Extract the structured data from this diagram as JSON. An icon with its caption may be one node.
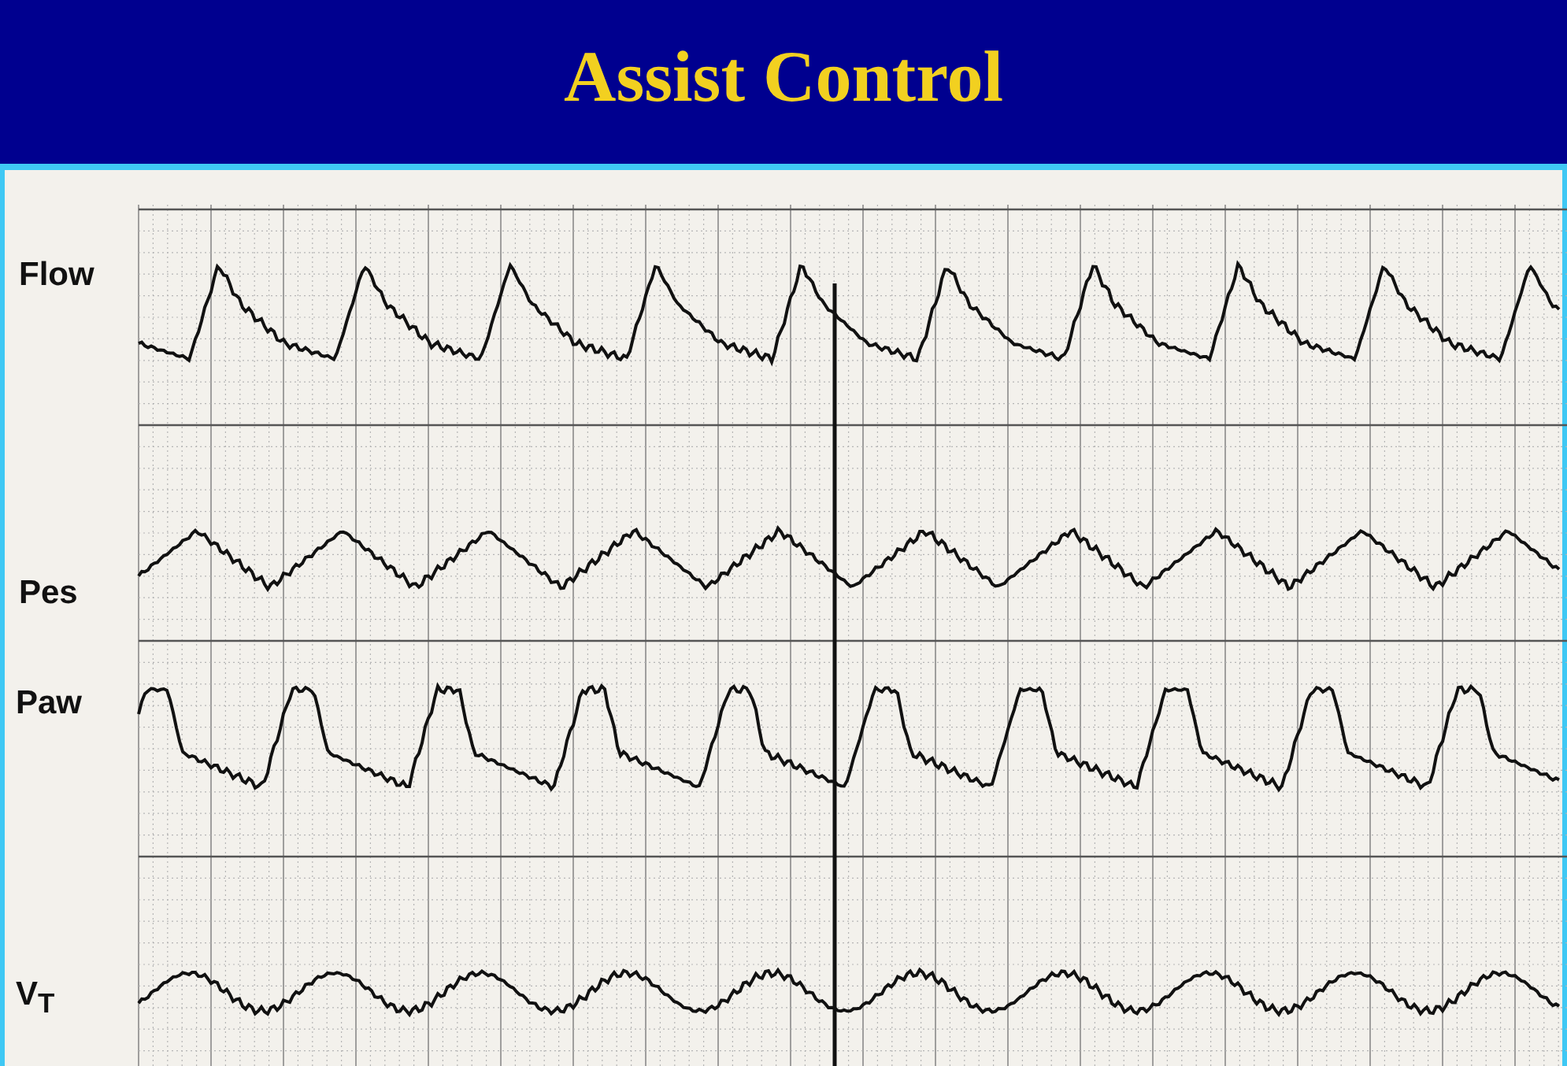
{
  "diagram": {
    "title": "Assist Control",
    "labels": [
      "Flow",
      "Pes",
      "Paw",
      "V$_{T}$"
    ]
  }
}
